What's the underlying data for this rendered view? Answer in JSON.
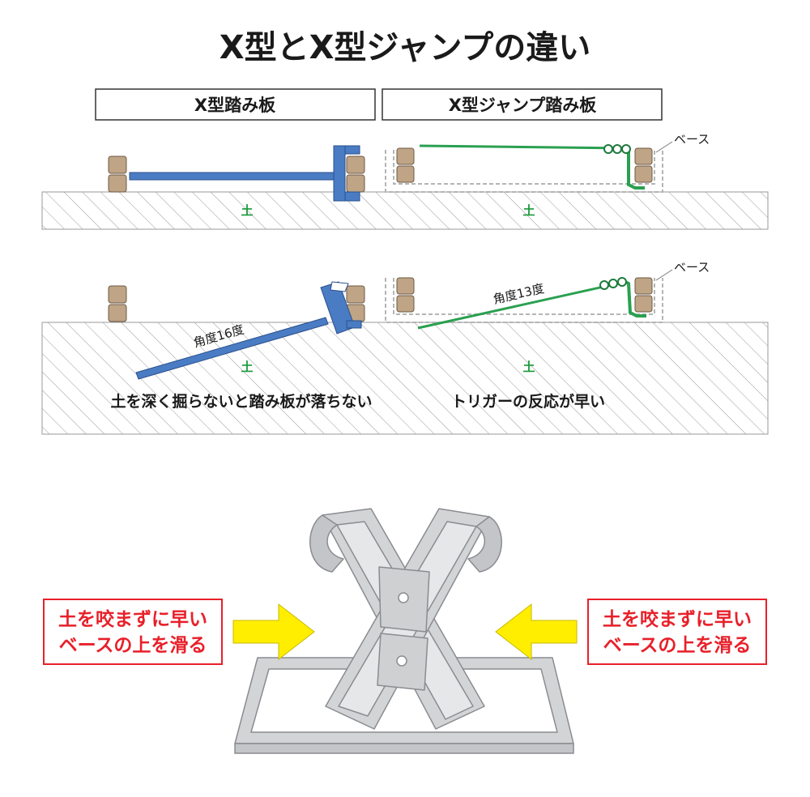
{
  "title": "X型とX型ジャンプの違い",
  "headers": {
    "left": "X型踏み板",
    "right": "X型ジャンプ踏み板"
  },
  "labels": {
    "base_top": "ベース",
    "base_bottom": "ベース",
    "soil": "土",
    "angle_left": "角度16度",
    "angle_right": "角度13度"
  },
  "captions": {
    "left": "土を深く掘らないと踏み板が落ちない",
    "right": "トリガーの反応が早い"
  },
  "callouts": {
    "left": [
      "土を咬まずに早い",
      "ベースの上を滑る"
    ],
    "right": [
      "土を咬まずに早い",
      "ベースの上を滑る"
    ]
  },
  "colors": {
    "blue_plate": "#4a7cc4",
    "green_plate": "#2aa050",
    "block": "#bfa486",
    "soil_label": "#1a9a3a",
    "callout_red": "#e8202a",
    "arrow_yellow": "#ffee00",
    "trap_gray": "#cfd0d2"
  },
  "icons": [
    "arrow-right-icon",
    "arrow-left-icon"
  ]
}
